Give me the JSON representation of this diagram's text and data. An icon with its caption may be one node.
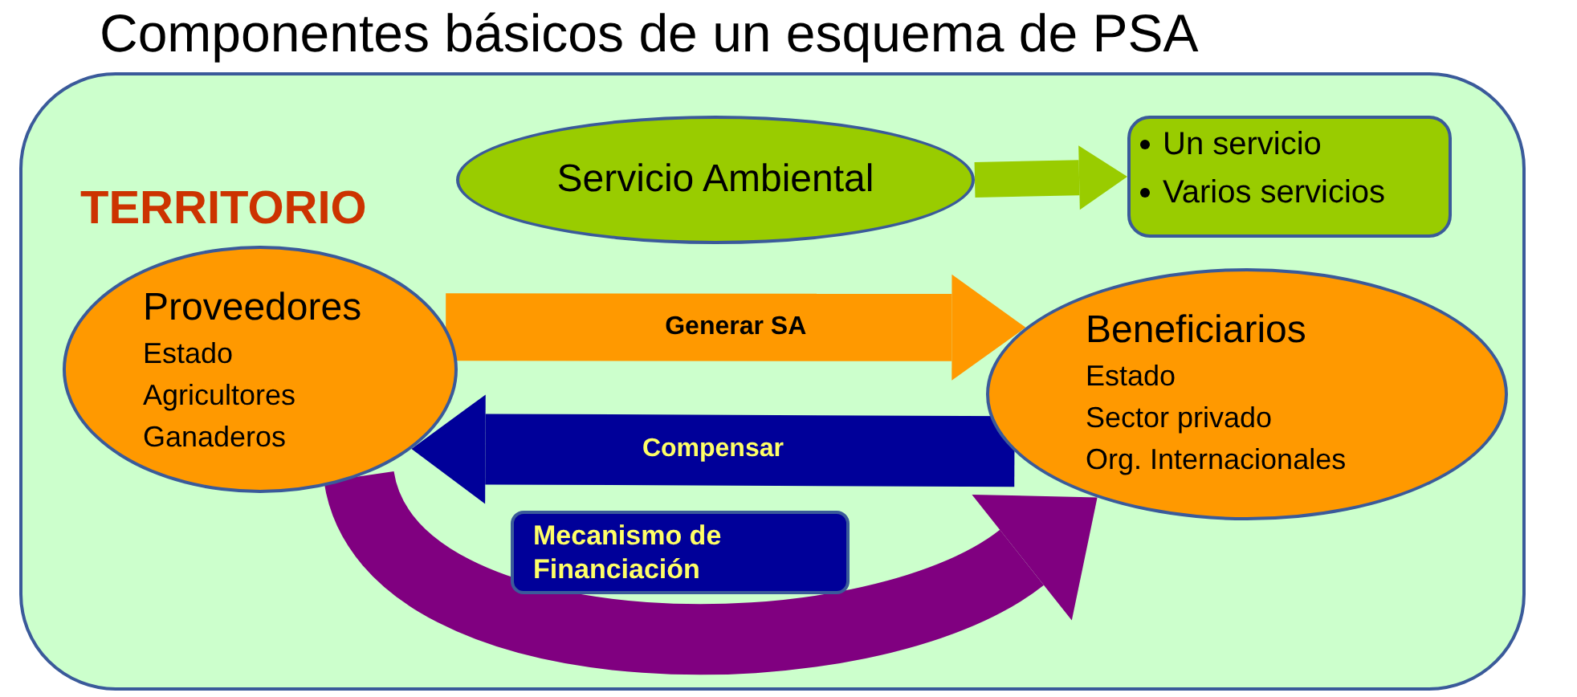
{
  "diagram": {
    "title": "Componentes básicos de un esquema de PSA",
    "nodes": [
      {
        "text": [
          "TERRITORIO"
        ]
      },
      {
        "text": [
          "Servicio Ambiental"
        ],
        "in": 0
      },
      {
        "text": [
          "Un servicio",
          "Varios servicios"
        ],
        "in": 0
      },
      {
        "text": [
          "Proveedores",
          "Estado",
          "Agricultores",
          "Ganaderos"
        ],
        "in": 0
      },
      {
        "text": [
          "Beneficiarios",
          "Estado",
          "Sector privado",
          "Org. Internacionales"
        ],
        "in": 0
      },
      {
        "text": [
          "Mecanismo de Financiación"
        ],
        "in": 0
      }
    ],
    "edges": [
      {
        "from": 1,
        "to": 2,
        "arrow": "to",
        "color": "#99cc00"
      },
      {
        "from": 3,
        "to": 4,
        "arrow": "to",
        "label": "Generar SA",
        "color": "#ff9900"
      },
      {
        "from": 4,
        "to": 3,
        "arrow": "to",
        "label": "Compensar",
        "color": "#000099"
      },
      {
        "from": 3,
        "to": 4,
        "arrow": "to",
        "color": "#800080"
      }
    ]
  }
}
